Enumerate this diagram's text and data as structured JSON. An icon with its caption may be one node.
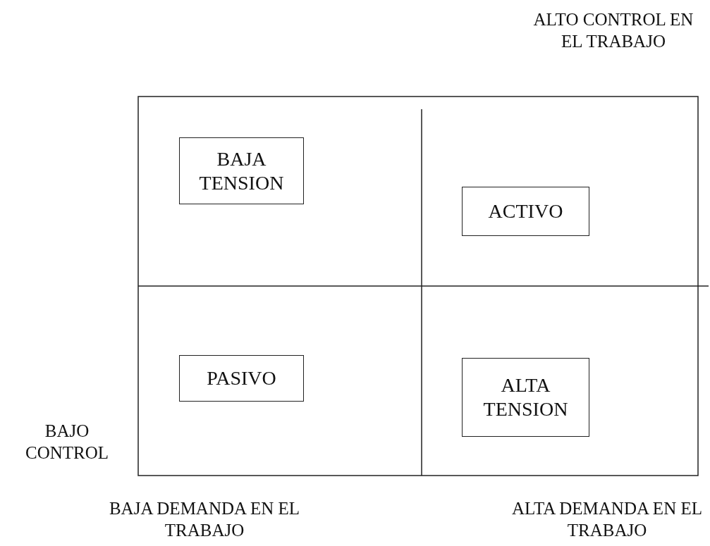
{
  "diagram": {
    "nodes": [
      {
        "text": [
          "BAJA TENSION"
        ]
      },
      {
        "text": [
          "ACTIVO"
        ]
      },
      {
        "text": [
          "PASIVO"
        ]
      },
      {
        "text": [
          "ALTA TENSION"
        ]
      }
    ],
    "edges": [],
    "labels": [
      "ALTO CONTROL EN EL TRABAJO",
      "BAJO CONTROL",
      "BAJA DEMANDA EN EL TRABAJO",
      "ALTA DEMANDA EN EL TRABAJO"
    ]
  }
}
